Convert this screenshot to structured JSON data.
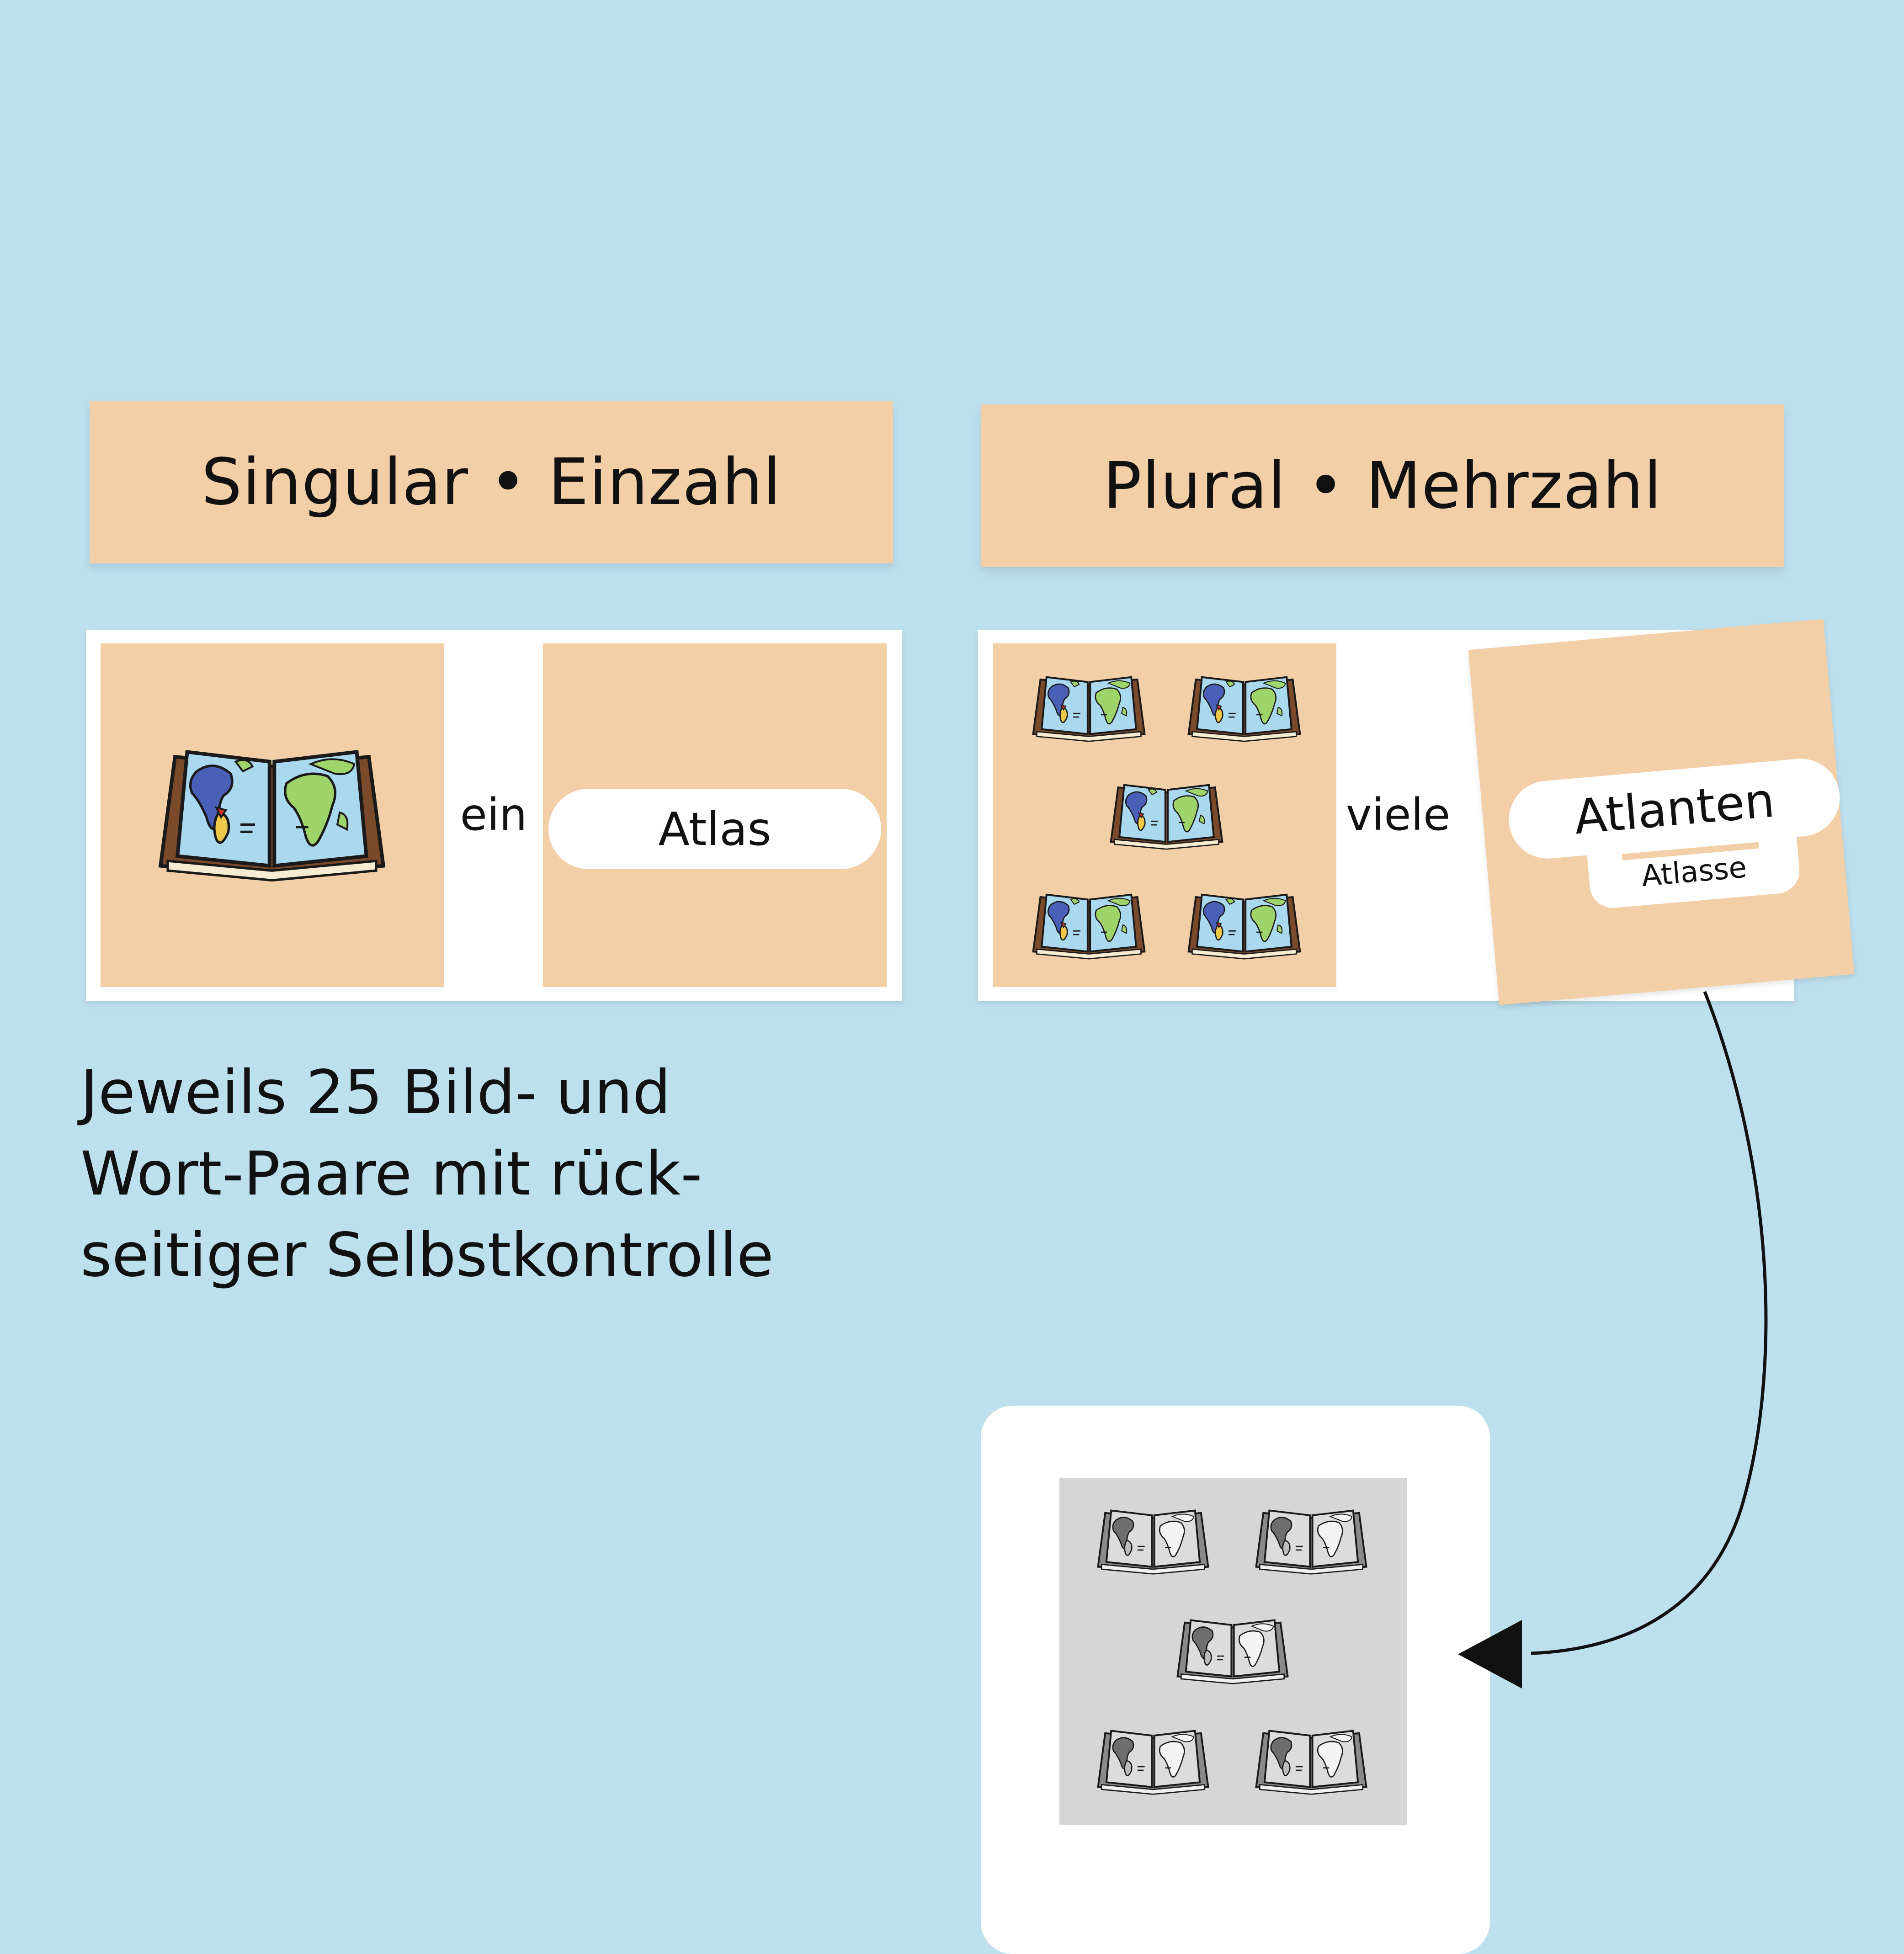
{
  "headers": {
    "singular": "Singular • Einzahl",
    "plural": "Plural • Mehrzahl"
  },
  "singular_card": {
    "article": "ein",
    "word": "Atlas"
  },
  "plural_card": {
    "article": "viele",
    "word": "Atlanten",
    "alt_word": "Atlasse"
  },
  "description": {
    "line1": "Jeweils 25 Bild- und",
    "line2": "Wort-Paare mit rück-",
    "line3": "seitiger Selbstkontrolle"
  },
  "colors": {
    "background": "#bde0ef",
    "card": "#f2cfa6",
    "white": "#ffffff",
    "gray_back": "#d6d6d6"
  }
}
